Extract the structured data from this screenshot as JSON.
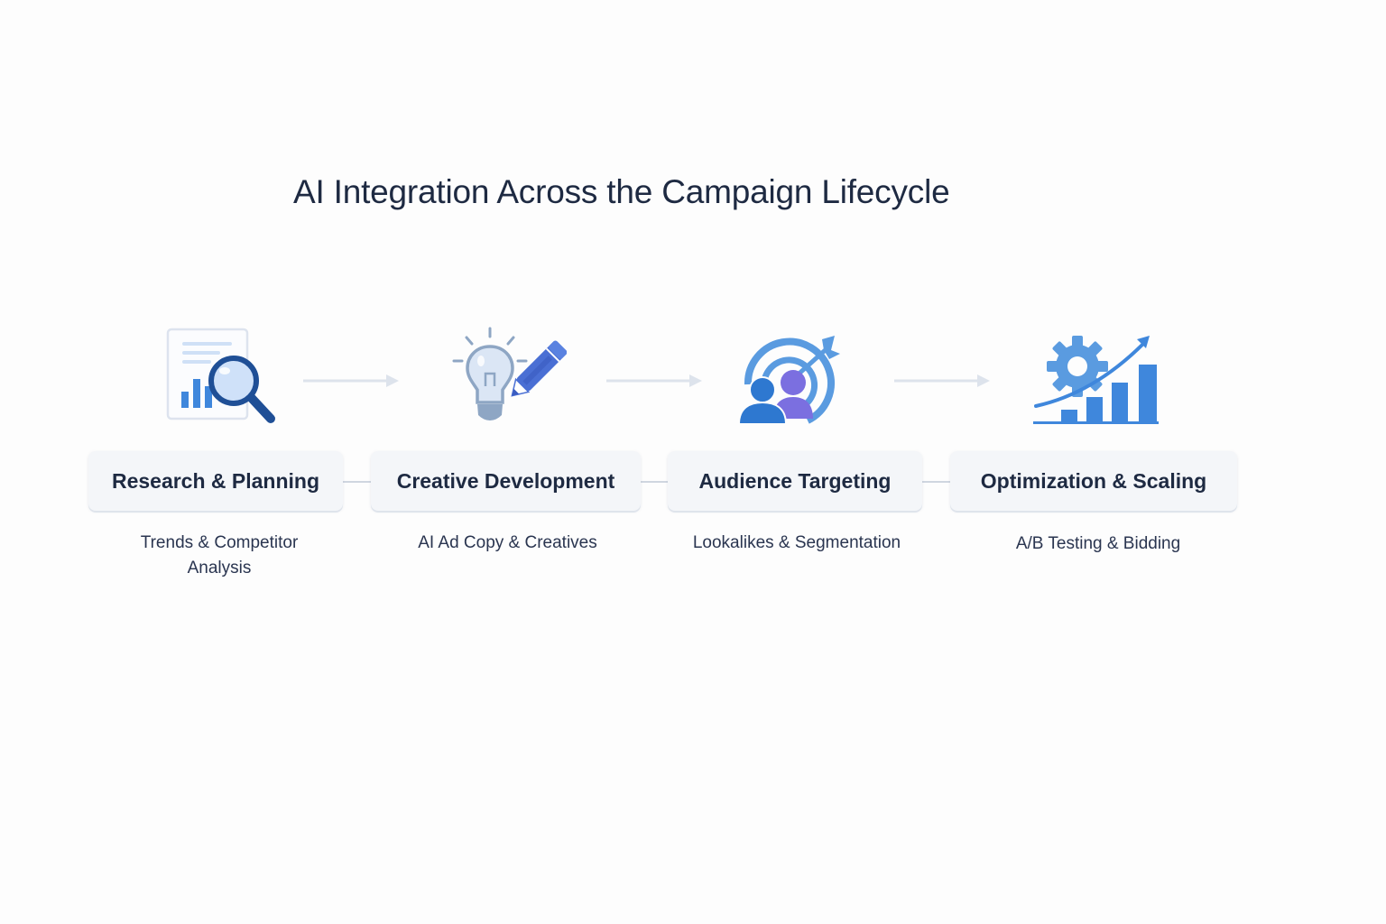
{
  "diagram": {
    "title": "AI Integration Across the Campaign Lifecycle",
    "stages": [
      {
        "label": "Research & Planning",
        "description_line1": "Trends & Competitor",
        "description_line2": "Analysis",
        "icon": "document-magnifier-icon"
      },
      {
        "label": "Creative Development",
        "description_line1": "AI Ad Copy & Creatives",
        "icon": "lightbulb-pencil-icon"
      },
      {
        "label": "Audience Targeting",
        "description_line1": "Lookalikes & Segmentation",
        "icon": "audience-target-icon"
      },
      {
        "label": "Optimization & Scaling",
        "description_line1": "A/B Testing & Bidding",
        "icon": "gear-growth-chart-icon"
      }
    ],
    "colors": {
      "title": "#1e2a42",
      "card_bg": "#f4f6f9",
      "arrow": "#dde3ec",
      "primary_blue": "#3f87dc",
      "dark_blue": "#1f4f96",
      "purple": "#7b6fe0"
    }
  }
}
